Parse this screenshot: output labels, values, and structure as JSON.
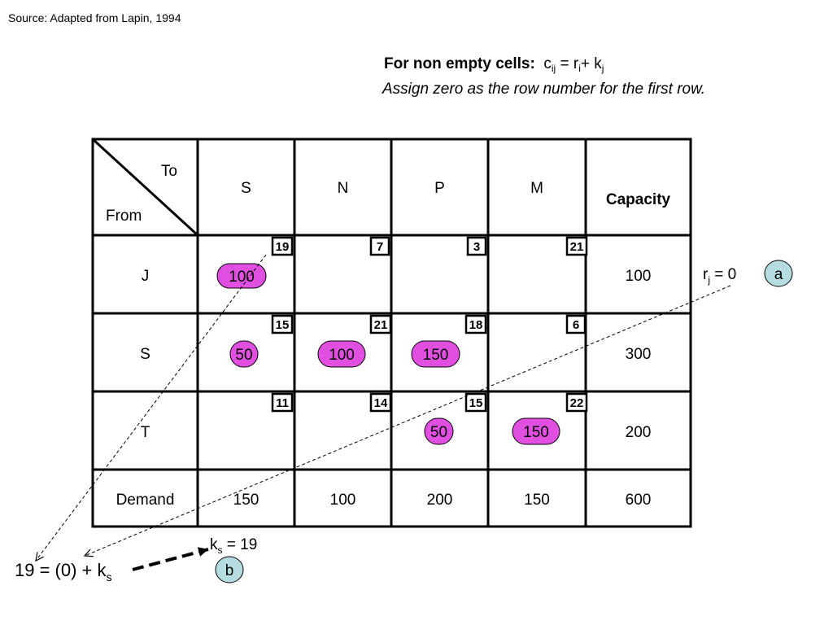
{
  "source": "Source:  Adapted from Lapin, 1994",
  "rule": {
    "heading": "For non empty cells:",
    "c": "c",
    "c_sub": "ij",
    "equals": " = r",
    "r_sub": "i",
    "plus": "+ k",
    "k_sub": "j",
    "note": "Assign zero as the row number for the first row."
  },
  "table": {
    "corner_to": "To",
    "corner_from": "From",
    "columns": [
      "S",
      "N",
      "P",
      "M"
    ],
    "capacity_header": "Capacity",
    "rows": [
      {
        "label": "J",
        "costs": [
          "19",
          "7",
          "3",
          "21"
        ],
        "alloc": [
          "100",
          "",
          "",
          ""
        ],
        "capacity": "100"
      },
      {
        "label": "S",
        "costs": [
          "15",
          "21",
          "18",
          "6"
        ],
        "alloc": [
          "50",
          "100",
          "150",
          ""
        ],
        "capacity": "300"
      },
      {
        "label": "T",
        "costs": [
          "11",
          "14",
          "15",
          "22"
        ],
        "alloc": [
          "",
          "",
          "50",
          "150"
        ],
        "capacity": "200"
      }
    ],
    "demand_label": "Demand",
    "demand": [
      "150",
      "100",
      "200",
      "150"
    ],
    "total": "600"
  },
  "annotations": {
    "rj_r": "r",
    "rj_sub": "j",
    "rj_rest": " = 0",
    "marker_a": "a",
    "ks_k": "k",
    "ks_sub": "s",
    "ks_rest": " = 19",
    "marker_b": "b",
    "equation_main": "19 = (0) + k",
    "equation_sub": "s"
  },
  "colors": {
    "allocation_fill": "#e14fe0",
    "marker_fill": "#b5dde1",
    "line": "#000000"
  }
}
